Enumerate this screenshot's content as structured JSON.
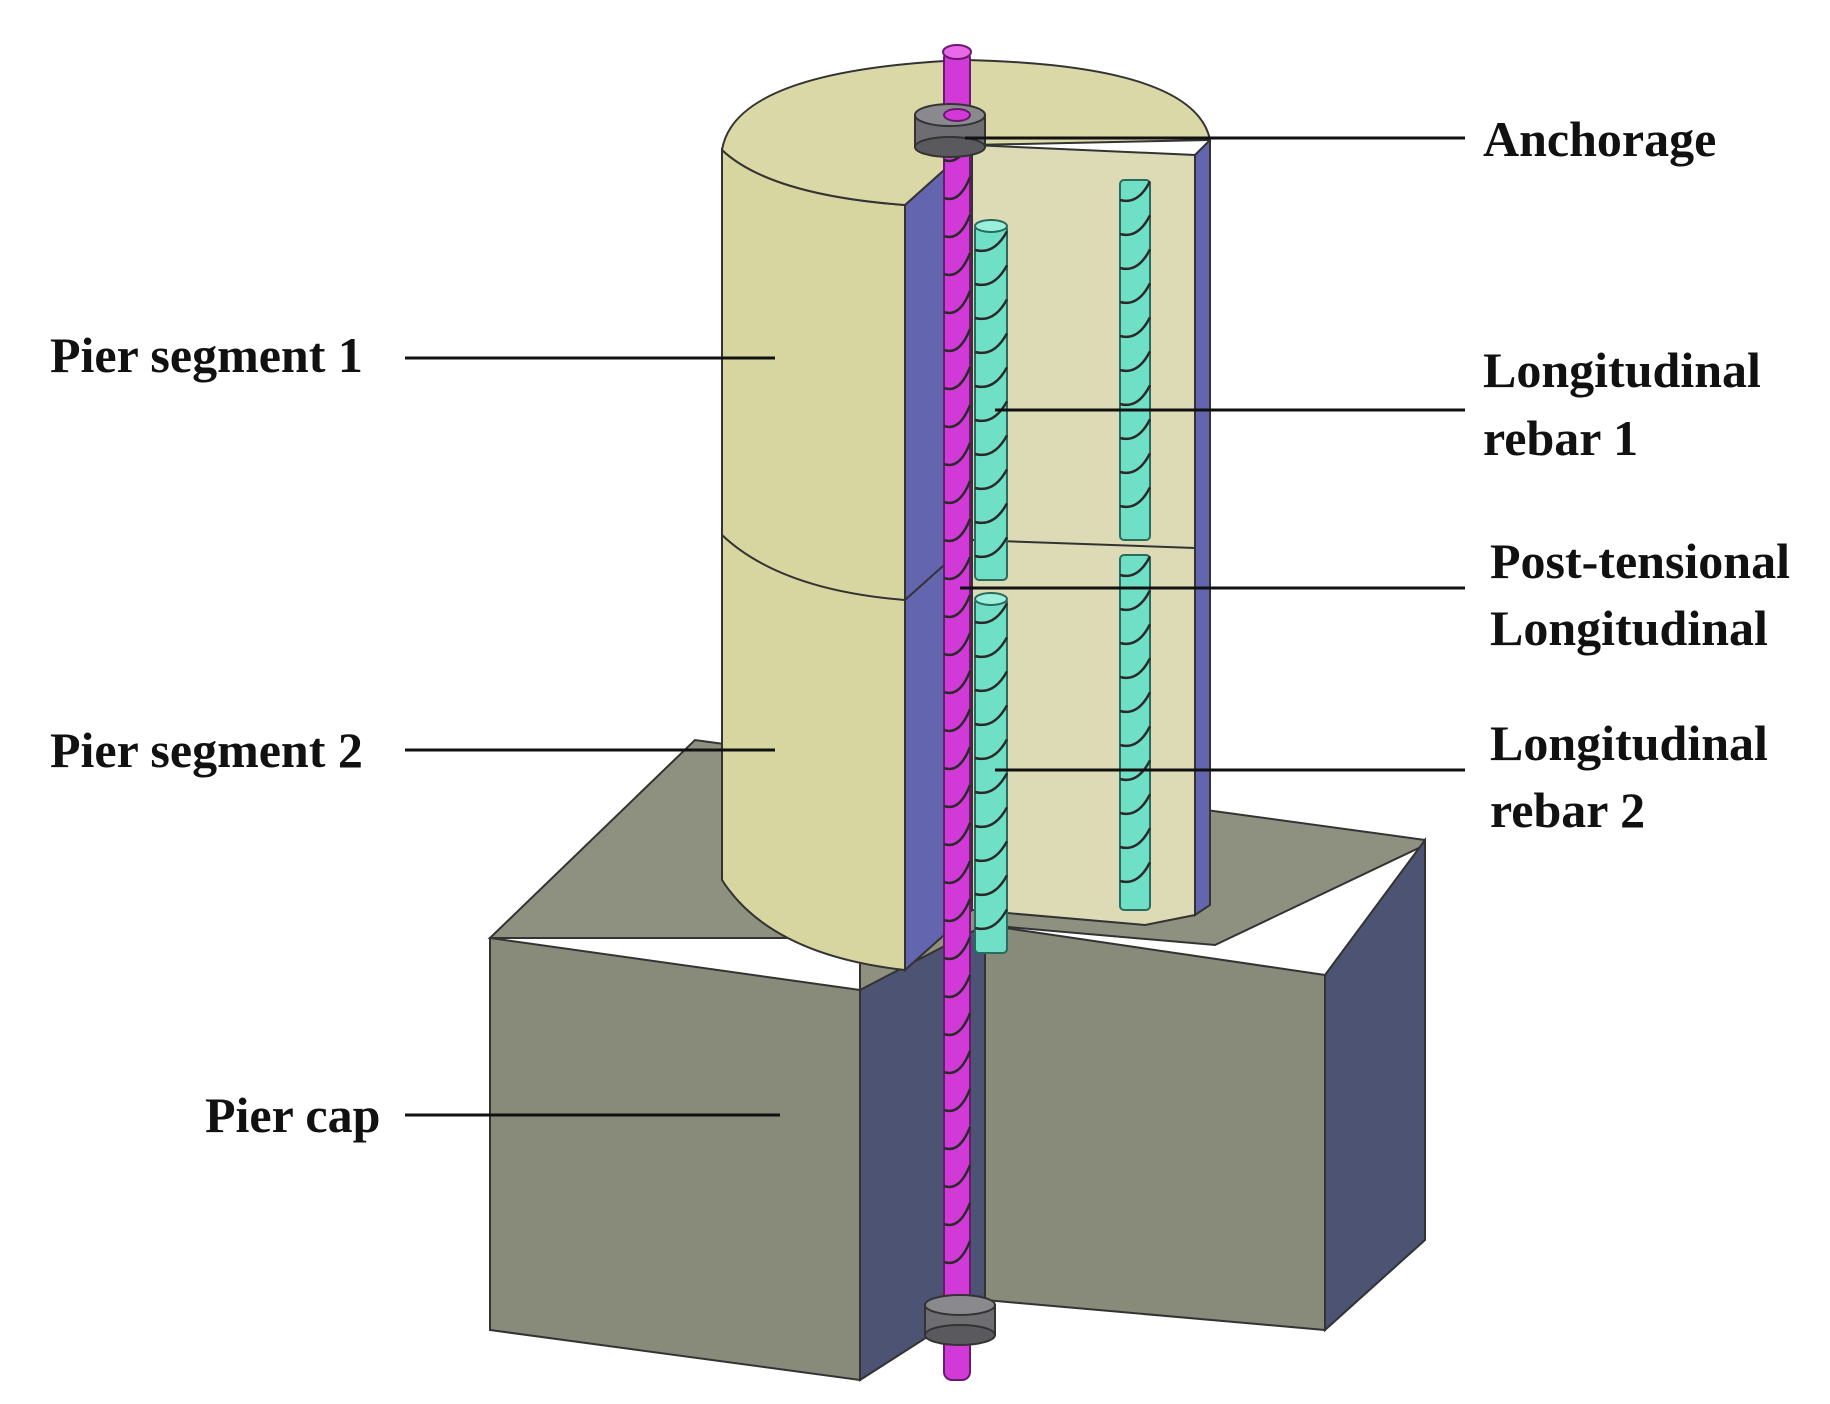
{
  "colors": {
    "concrete_column": "#d8d6a0",
    "cut_face": "#6365ae",
    "inner_face": "#dcdbb6",
    "cap_front": "#888a7a",
    "cap_side": "#4c5373",
    "tendon": "#d13ad6",
    "rebar": "#6fe0c6",
    "anchorage": "#6e6e72"
  },
  "labels": {
    "anchorage": "Anchorage",
    "pier_segment_1": "Pier segment 1",
    "longitudinal_rebar_1_line1": "Longitudinal",
    "longitudinal_rebar_1_line2": "rebar 1",
    "post_tensional_line1": "Post-tensional",
    "post_tensional_line2": "Longitudinal",
    "pier_segment_2": "Pier segment 2",
    "longitudinal_rebar_2_line1": "Longitudinal",
    "longitudinal_rebar_2_line2": "rebar 2",
    "pier_cap": "Pier cap"
  }
}
